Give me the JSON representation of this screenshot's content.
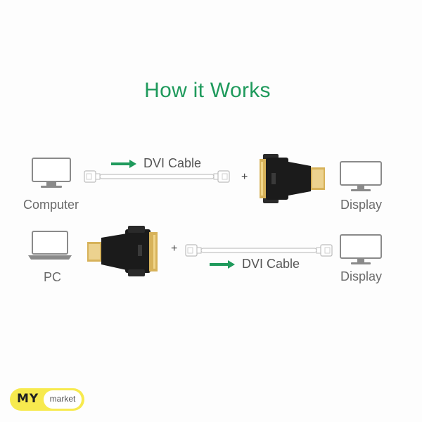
{
  "title": "How it Works",
  "row1": {
    "source_label": "Computer",
    "cable_label": "DVI Cable",
    "plus": "+",
    "target_label": "Display"
  },
  "row2": {
    "source_label": "PC",
    "plus": "+",
    "cable_label": "DVI Cable",
    "target_label": "Display"
  },
  "badge": {
    "brand": "MY",
    "name": "market"
  },
  "colors": {
    "accent_green": "#1f9a5c",
    "connector_gold": "#d7b25a",
    "adapter_black": "#1b1b1b",
    "icon_gray": "#8a8a8a",
    "badge_yellow": "#f7ea4e"
  }
}
